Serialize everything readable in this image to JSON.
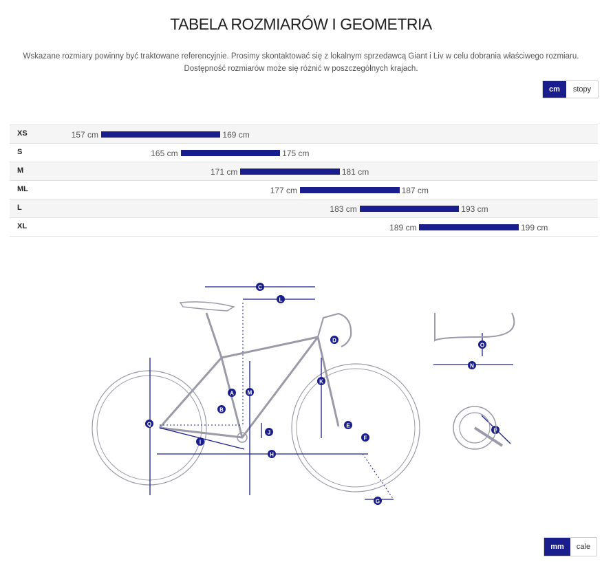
{
  "page": {
    "title": "TABELA ROZMIARÓW I GEOMETRIA",
    "intro_line1": "Wskazane rozmiary powinny być traktowane referencyjnie. Prosimy skontaktować się z lokalnym sprzedawcą Giant i Liv w celu dobrania właściwego rozmiaru.",
    "intro_line2": "Dostępność rozmiarów może się różnić w poszczególnych krajach."
  },
  "height_units": {
    "options": [
      "cm",
      "stopy"
    ],
    "selected": "cm"
  },
  "size_chart": {
    "unit": "cm",
    "sizes": [
      {
        "label": "XS",
        "min": 157,
        "max": 169,
        "min_text": "157 cm",
        "max_text": "169 cm"
      },
      {
        "label": "S",
        "min": 165,
        "max": 175,
        "min_text": "165 cm",
        "max_text": "175 cm"
      },
      {
        "label": "M",
        "min": 171,
        "max": 181,
        "min_text": "171 cm",
        "max_text": "181 cm"
      },
      {
        "label": "ML",
        "min": 177,
        "max": 187,
        "min_text": "177 cm",
        "max_text": "187 cm"
      },
      {
        "label": "L",
        "min": 183,
        "max": 193,
        "min_text": "183 cm",
        "max_text": "193 cm"
      },
      {
        "label": "XL",
        "min": 189,
        "max": 199,
        "min_text": "189 cm",
        "max_text": "199 cm"
      }
    ]
  },
  "geometry_diagram": {
    "labels": [
      "A",
      "B",
      "C",
      "D",
      "E",
      "F",
      "G",
      "H",
      "I",
      "J",
      "K",
      "L",
      "M",
      "N",
      "O",
      "P",
      "Q"
    ],
    "accent_color": "#1a1e8c",
    "frame_color": "#9a9aa8"
  },
  "geometry_units": {
    "options": [
      "mm",
      "cale"
    ],
    "selected": "mm"
  }
}
